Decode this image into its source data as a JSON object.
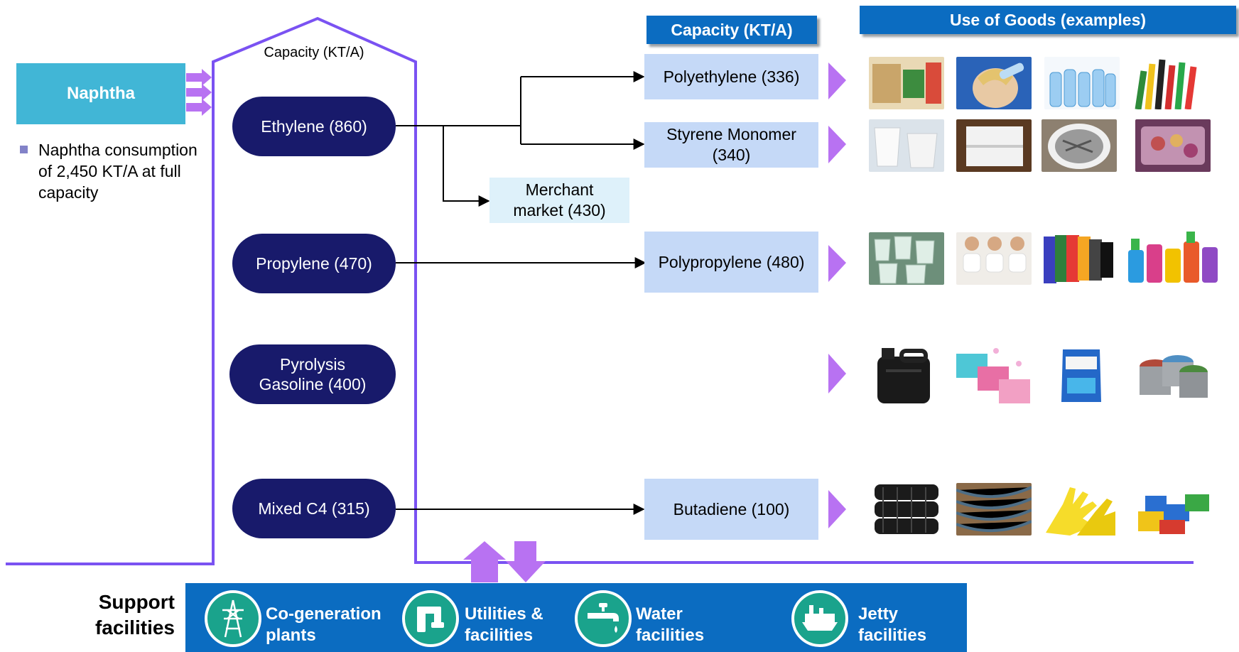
{
  "feedstock": {
    "label": "Naphtha",
    "note": "Naphtha consumption of 2,450 KT/A at full capacity"
  },
  "cracker": {
    "capacity_label": "Capacity (KT/A)",
    "outputs": [
      {
        "label": "Ethylene (860)"
      },
      {
        "label": "Propylene (470)"
      },
      {
        "label": "Pyrolysis Gasoline (400)"
      },
      {
        "label": "Mixed C4 (315)"
      }
    ]
  },
  "products": {
    "header": "Capacity (KT/A)",
    "items": [
      {
        "label": "Polyethylene (336)"
      },
      {
        "label": "Styrene Monomer (340)"
      },
      {
        "label": "Merchant market (430)"
      },
      {
        "label": "Polypropylene (480)"
      },
      {
        "label": "Butadiene (100)"
      }
    ]
  },
  "uses": {
    "header": "Use of Goods (examples)",
    "rows": [
      {
        "product": "Polyethylene",
        "images": [
          "food-packaging-image",
          "drinking-water-image",
          "water-bottles-image",
          "colored-straws-image"
        ]
      },
      {
        "product": "Styrene Monomer",
        "images": [
          "foam-cups-image",
          "foam-box-image",
          "foam-container-image",
          "food-tray-image"
        ]
      },
      {
        "product": "Polypropylene",
        "images": [
          "plastic-cups-image",
          "diapers-image",
          "colored-sheets-image",
          "spray-bottles-image"
        ]
      },
      {
        "product": "Pyrolysis Gasoline",
        "images": [
          "jerry-can-image",
          "detergent-packs-image",
          "detergent-pouch-image",
          "paint-cans-image"
        ]
      },
      {
        "product": "Butadiene",
        "images": [
          "tires-image",
          "fibers-image",
          "rubber-gloves-image",
          "toy-bricks-image"
        ]
      }
    ]
  },
  "support": {
    "title": "Support facilities",
    "facilities": [
      {
        "label": "Co-generation plants",
        "icon": "power-tower-icon"
      },
      {
        "label": "Utilities & facilities",
        "icon": "pipes-icon"
      },
      {
        "label": "Water facilities",
        "icon": "water-tap-icon"
      },
      {
        "label": "Jetty facilities",
        "icon": "ship-icon"
      }
    ]
  },
  "colors": {
    "accent_purple": "#7a52f2",
    "arrow_violet": "#b872f2",
    "navy_pill": "#181a6b",
    "header_blue": "#0b6cc1",
    "naphtha_teal": "#41b6d6",
    "product_box": "#c5d9f7",
    "icon_teal": "#1aa38c"
  }
}
